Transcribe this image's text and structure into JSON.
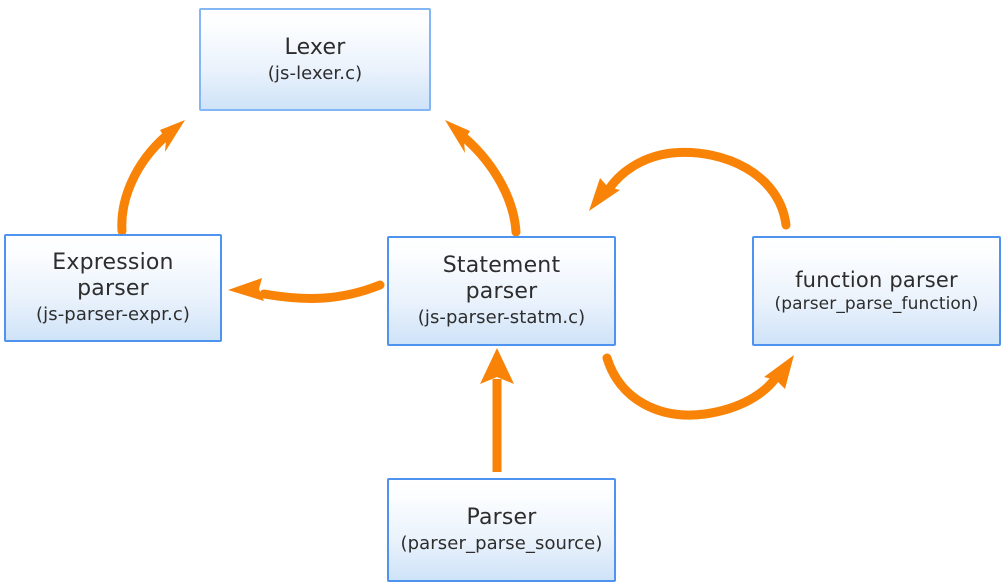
{
  "diagram": {
    "title": "JS parser module relationship diagram",
    "background_color": "#ffffff",
    "accent_color": "#f98307",
    "box_border_color": "#4d93ef",
    "box_border_color_soft": "#84b6f6",
    "box_fill_top_color": "#ffffff",
    "box_fill_bottom_color": "#cfe3f8",
    "text_color": "#2d2d2d"
  },
  "nodes": [
    {
      "id": "lexer",
      "title": "Lexer",
      "subtitle": "(js-lexer.c)"
    },
    {
      "id": "expression-parser",
      "title": "Expression\nparser",
      "subtitle": "(js-parser-expr.c)"
    },
    {
      "id": "statement-parser",
      "title": "Statement\nparser",
      "subtitle": "(js-parser-statm.c)"
    },
    {
      "id": "function-parser",
      "title": "function parser",
      "subtitle": "(parser_parse_function)"
    },
    {
      "id": "parser",
      "title": "Parser",
      "subtitle": "(parser_parse_source)"
    }
  ],
  "edges": [
    {
      "id": "expression-parser-to-lexer",
      "from": "expression-parser",
      "to": "lexer",
      "style": "curved",
      "color": "#f98307",
      "label": ""
    },
    {
      "id": "statement-parser-to-lexer",
      "from": "statement-parser",
      "to": "lexer",
      "style": "curved",
      "color": "#f98307",
      "label": ""
    },
    {
      "id": "statement-parser-to-expression-parser",
      "from": "statement-parser",
      "to": "expression-parser",
      "style": "curved",
      "color": "#f98307",
      "label": ""
    },
    {
      "id": "function-parser-to-statement-parser",
      "from": "function-parser",
      "to": "statement-parser",
      "style": "arc-over",
      "color": "#f98307",
      "label": ""
    },
    {
      "id": "statement-parser-to-function-parser",
      "from": "statement-parser",
      "to": "function-parser",
      "style": "arc-under",
      "color": "#f98307",
      "label": ""
    },
    {
      "id": "parser-to-statement-parser",
      "from": "parser",
      "to": "statement-parser",
      "style": "straight",
      "color": "#f98307",
      "label": ""
    }
  ]
}
